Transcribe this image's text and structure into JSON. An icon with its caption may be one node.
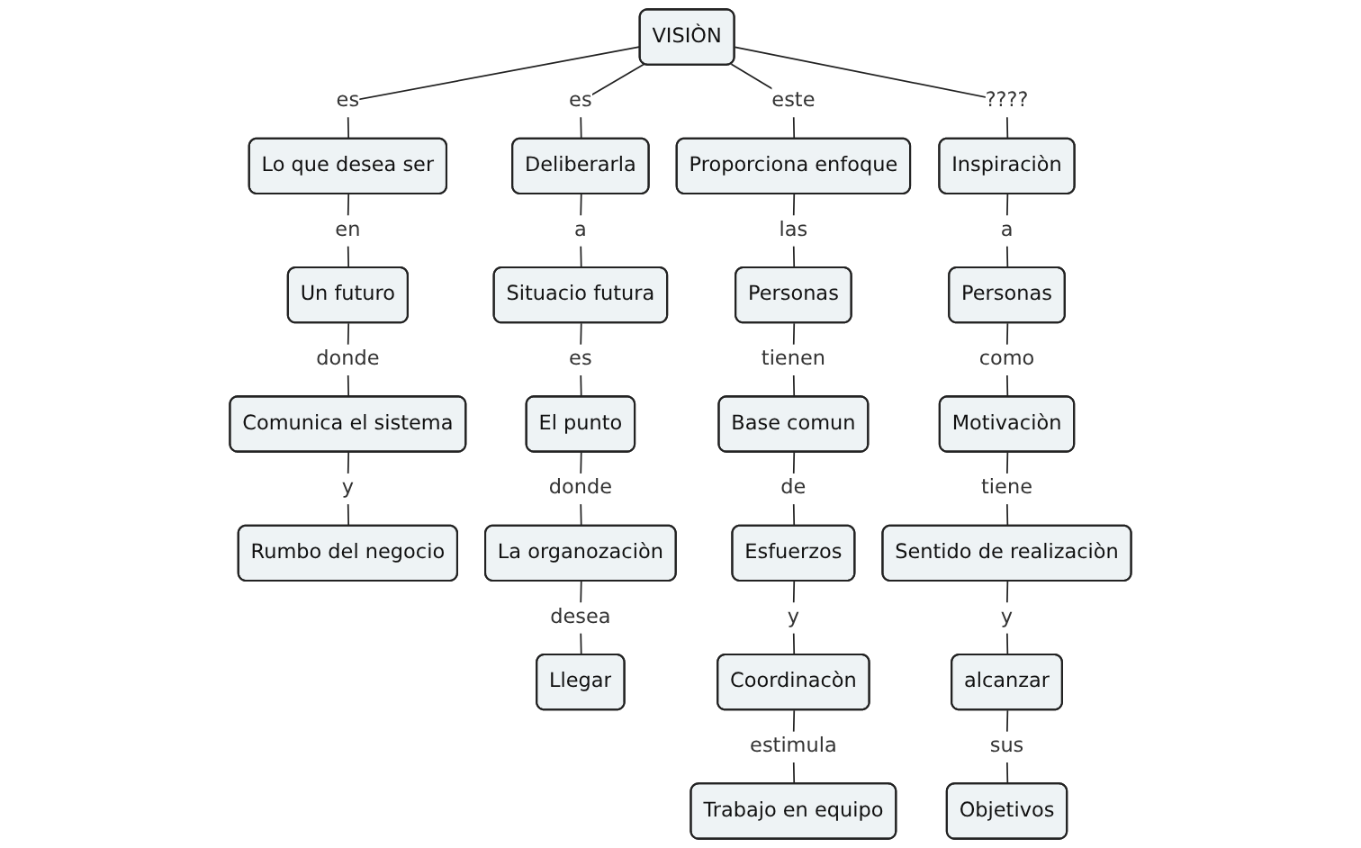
{
  "diagram": {
    "nodes": [
      {
        "text": [
          "VISIÒN"
        ]
      },
      {
        "text": [
          "Lo que desea ser"
        ]
      },
      {
        "text": [
          "Un futuro"
        ]
      },
      {
        "text": [
          "Comunica el sistema"
        ]
      },
      {
        "text": [
          "Rumbo del negocio"
        ]
      },
      {
        "text": [
          "Deliberarla"
        ]
      },
      {
        "text": [
          "Situacio futura"
        ]
      },
      {
        "text": [
          "El punto"
        ]
      },
      {
        "text": [
          "La organozaciòn"
        ]
      },
      {
        "text": [
          "Llegar"
        ]
      },
      {
        "text": [
          "Proporciona enfoque"
        ]
      },
      {
        "text": [
          "Personas"
        ]
      },
      {
        "text": [
          "Base comun"
        ]
      },
      {
        "text": [
          "Esfuerzos"
        ]
      },
      {
        "text": [
          "Coordinacòn"
        ]
      },
      {
        "text": [
          "Trabajo en equipo"
        ]
      },
      {
        "text": [
          "Inspiraciòn"
        ]
      },
      {
        "text": [
          "Personas"
        ]
      },
      {
        "text": [
          "Motivaciòn"
        ]
      },
      {
        "text": [
          "Sentido de realizaciòn"
        ]
      },
      {
        "text": [
          "alcanzar"
        ]
      },
      {
        "text": [
          "Objetivos"
        ]
      }
    ],
    "edges": [
      {
        "from": 0,
        "to": 1,
        "arrow": "none",
        "label": "es"
      },
      {
        "from": 1,
        "to": 2,
        "arrow": "none",
        "label": "en"
      },
      {
        "from": 2,
        "to": 3,
        "arrow": "none",
        "label": "donde"
      },
      {
        "from": 3,
        "to": 4,
        "arrow": "none",
        "label": "y"
      },
      {
        "from": 0,
        "to": 5,
        "arrow": "none",
        "label": "es"
      },
      {
        "from": 5,
        "to": 6,
        "arrow": "none",
        "label": "a"
      },
      {
        "from": 6,
        "to": 7,
        "arrow": "none",
        "label": "es"
      },
      {
        "from": 7,
        "to": 8,
        "arrow": "none",
        "label": "donde"
      },
      {
        "from": 8,
        "to": 9,
        "arrow": "none",
        "label": "desea"
      },
      {
        "from": 0,
        "to": 10,
        "arrow": "none",
        "label": "este"
      },
      {
        "from": 10,
        "to": 11,
        "arrow": "none",
        "label": "las"
      },
      {
        "from": 11,
        "to": 12,
        "arrow": "none",
        "label": "tienen"
      },
      {
        "from": 12,
        "to": 13,
        "arrow": "none",
        "label": "de"
      },
      {
        "from": 13,
        "to": 14,
        "arrow": "none",
        "label": "y"
      },
      {
        "from": 14,
        "to": 15,
        "arrow": "none",
        "label": "estimula"
      },
      {
        "from": 0,
        "to": 16,
        "arrow": "none",
        "label": "????"
      },
      {
        "from": 16,
        "to": 17,
        "arrow": "none",
        "label": "a"
      },
      {
        "from": 17,
        "to": 18,
        "arrow": "none",
        "label": "como"
      },
      {
        "from": 18,
        "to": 19,
        "arrow": "none",
        "label": "tiene"
      },
      {
        "from": 19,
        "to": 20,
        "arrow": "none",
        "label": "y"
      },
      {
        "from": 20,
        "to": 21,
        "arrow": "none",
        "label": "sus"
      }
    ]
  }
}
